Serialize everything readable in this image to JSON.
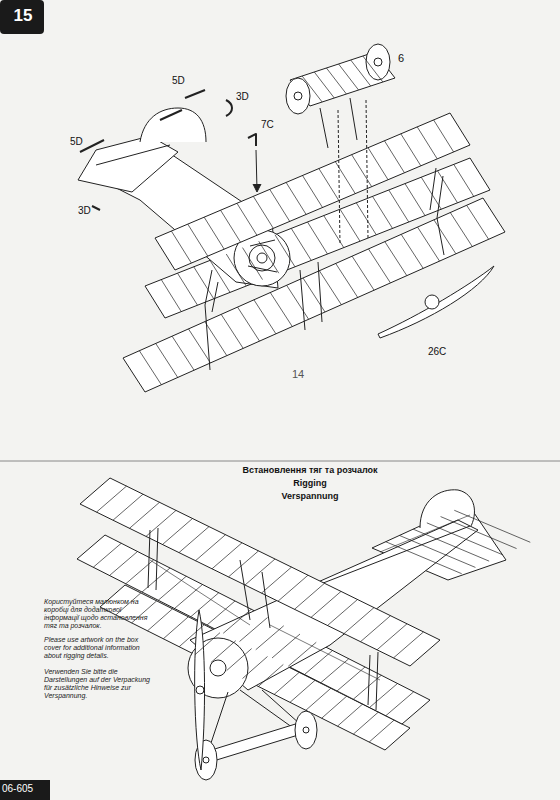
{
  "diagram": {
    "labels": [
      "15",
      "5D",
      "5D",
      "3D",
      "3D",
      "7C",
      "6",
      "26C",
      "14",
      "Встановлення тяг та розчалок",
      "Rigging",
      "Verspannung",
      "Користуйтеся малюнком на коробці для додаткової інформації щодо встановлення тяг та розчалок.",
      "Please use artwork on the box cover for additional information about rigging details.",
      "Verwenden Sie bitte die Darstellungen auf der Verpackung für zusätzliche Hinweise zur Verspannung.",
      "06-605"
    ]
  }
}
